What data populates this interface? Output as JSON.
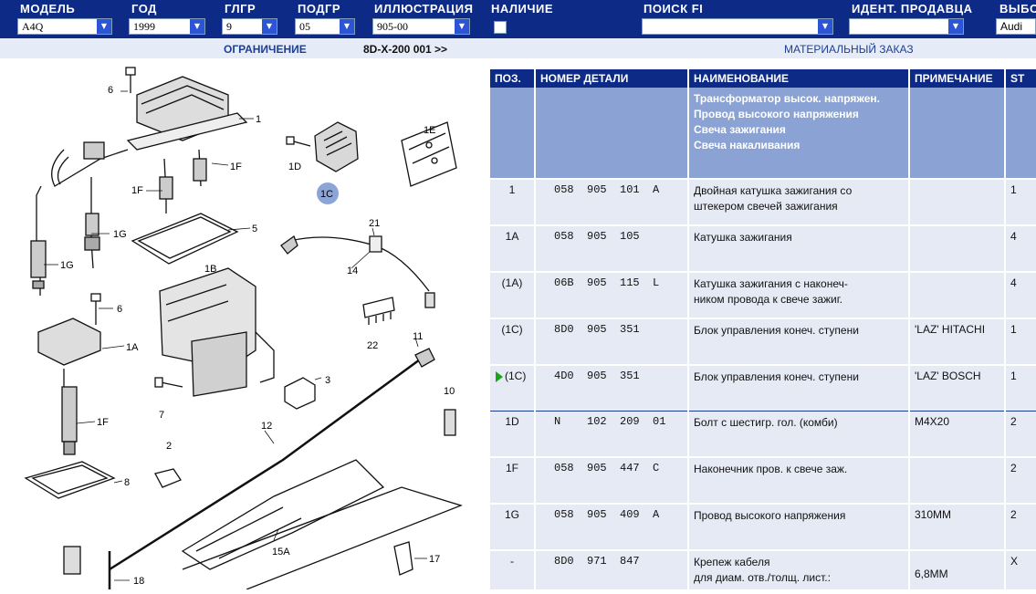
{
  "header": {
    "fields": [
      {
        "label": "МОДЕЛЬ",
        "value": "A4Q"
      },
      {
        "label": "ГОД",
        "value": "1999"
      },
      {
        "label": "ГЛГР",
        "value": "9"
      },
      {
        "label": "ПОДГР",
        "value": "05"
      },
      {
        "label": "ИЛЛЮСТРАЦИЯ",
        "value": "905-00"
      },
      {
        "label": "НАЛИЧИЕ",
        "value": ""
      },
      {
        "label": "ПОИСК FI",
        "value": ""
      },
      {
        "label": "ИДЕНТ. ПРОДАВЦА",
        "value": ""
      },
      {
        "label": "ВЫБО",
        "value": "Audi"
      }
    ]
  },
  "infobar": {
    "restriction_label": "ОГРАНИЧЕНИЕ",
    "range": "8D-X-200 001 >>",
    "material_order": "МАТЕРИАЛЬНЫЙ ЗАКАЗ"
  },
  "table": {
    "headers": [
      "ПОЗ.",
      "НОМЕР ДЕТАЛИ",
      "НАИМЕНОВАНИЕ",
      "ПРИМЕЧАНИЕ",
      "ST"
    ],
    "desc": "Трансформатор высок. напряжен.\nПровод высокого напряжения\nСвеча зажигания\nСвеча накаливания",
    "rows": [
      {
        "pos": "1",
        "part": "058  905  101  A",
        "name": "Двойная катушка зажигания со\nштекером свечей зажигания",
        "note": "",
        "st": "1"
      },
      {
        "pos": "1A",
        "part": "058  905  105",
        "name": "Катушка зажигания",
        "note": "",
        "st": "4"
      },
      {
        "pos": "(1A)",
        "part": "06B  905  115  L",
        "name": "Катушка зажигания с наконеч-\nником провода к свече зажиг.",
        "note": "",
        "st": "4"
      },
      {
        "pos": "(1C)",
        "part": "8D0  905  351",
        "name": "Блок управления конеч. ступени",
        "note": "'LAZ'  HITACHI",
        "st": "1"
      },
      {
        "pos": "(1C)",
        "part": "4D0  905  351",
        "name": "Блок управления конеч. ступени",
        "note": "'LAZ'   BOSCH",
        "st": "1"
      },
      {
        "pos": "1D",
        "part": "N    102  209  01",
        "name": "Болт с шестигр. гол. (комби)",
        "note": "M4X20",
        "st": "2"
      },
      {
        "pos": "1F",
        "part": "058  905  447  C",
        "name": "Наконечник пров. к свече заж.",
        "note": "",
        "st": "2"
      },
      {
        "pos": "1G",
        "part": "058  905  409  A",
        "name": "Провод высокого напряжения",
        "note": "310MM",
        "st": "2"
      },
      {
        "pos": "-",
        "part": "8D0  971  847",
        "name": "Крепеж кабеля\n   для диам. отв./толщ. лист.:",
        "note": "\n6,8MM",
        "st": "X"
      }
    ]
  },
  "diagram": {
    "labels": [
      "6",
      "1",
      "1F",
      "1F",
      "1G",
      "1G",
      "1D",
      "1C",
      "1E",
      "5",
      "21",
      "14",
      "1B",
      "6",
      "1A",
      "1F",
      "7",
      "3",
      "22",
      "11",
      "10",
      "12",
      "2",
      "8",
      "15A",
      "17",
      "18"
    ]
  }
}
